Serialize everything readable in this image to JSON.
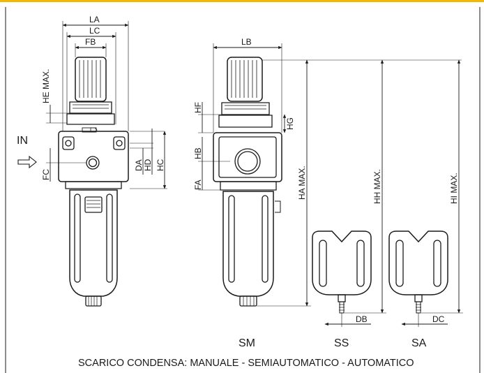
{
  "colors": {
    "top_rule": "#f3b800",
    "line": "#1a1a1a",
    "background": "#ffffff"
  },
  "left_view": {
    "inlet_label": "IN",
    "inlet_arrow_icon": "hollow-arrow-right-icon",
    "dims": {
      "la": "LA",
      "lc": "LC",
      "fb": "FB",
      "he": "HE MAX.",
      "da": "DA",
      "hd": "HD",
      "hc": "HC",
      "fc": "FC"
    }
  },
  "side_view": {
    "dims": {
      "lb": "LB",
      "hf": "HF",
      "hg": "HG",
      "hb": "HB",
      "fa": "FA",
      "ha": "HA MAX.",
      "hh": "HH MAX.",
      "hi": "HI MAX."
    },
    "bowl_labels": {
      "sm": "SM",
      "ss": "SS",
      "sa": "SA"
    },
    "drain_dims": {
      "db": "DB",
      "dc": "DC"
    }
  },
  "caption": "SCARICO CONDENSA:  MANUALE - SEMIAUTOMATICO - AUTOMATICO"
}
